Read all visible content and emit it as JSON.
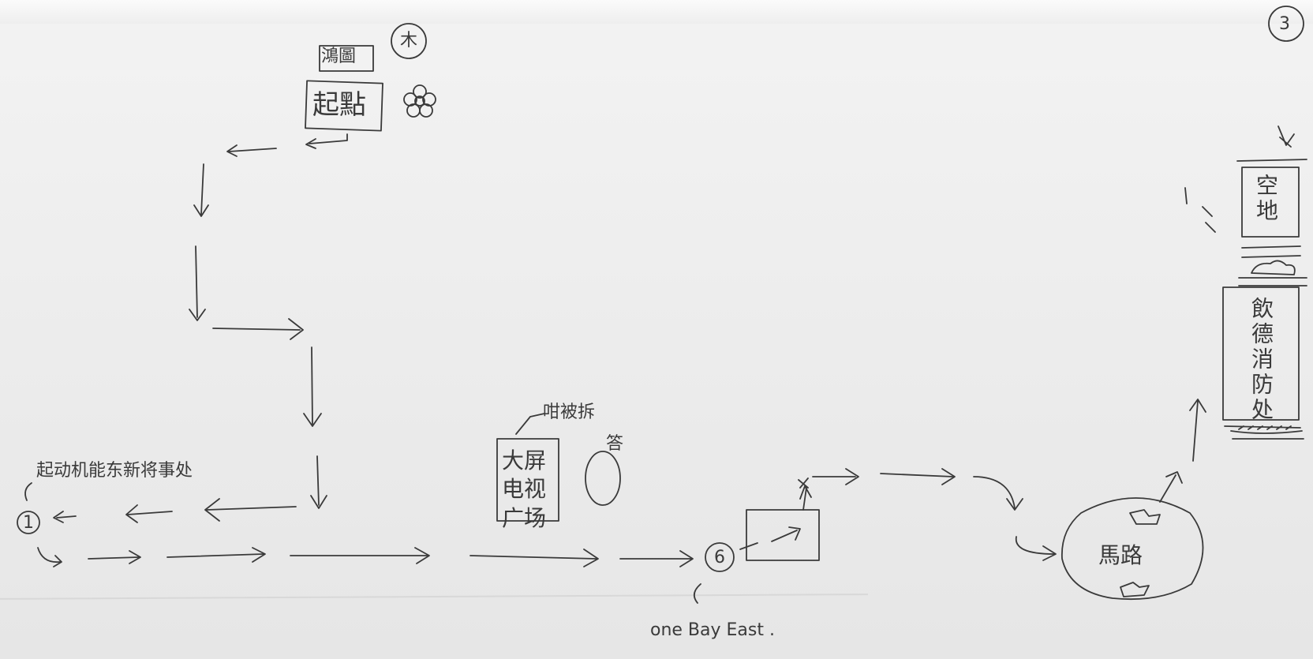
{
  "page_number": "3",
  "start": {
    "label": "起點",
    "top_note": "鴻圖",
    "circle_mark": "木"
  },
  "stations": {
    "station_1": {
      "number": "1",
      "label": "起动机能东新将事处"
    },
    "screen_building": {
      "label": "大屏电视广场",
      "note": "咁被拆",
      "note_right": "答"
    },
    "station_6": {
      "number": "6",
      "caption": "one Bay East ."
    },
    "roundabout": {
      "label": "馬路"
    },
    "empty_lot": {
      "label": "空地"
    },
    "fire_station": {
      "label": "飲德消防处"
    }
  },
  "colors": {
    "ink": "#3a3a3a",
    "paper": "#ececec"
  }
}
